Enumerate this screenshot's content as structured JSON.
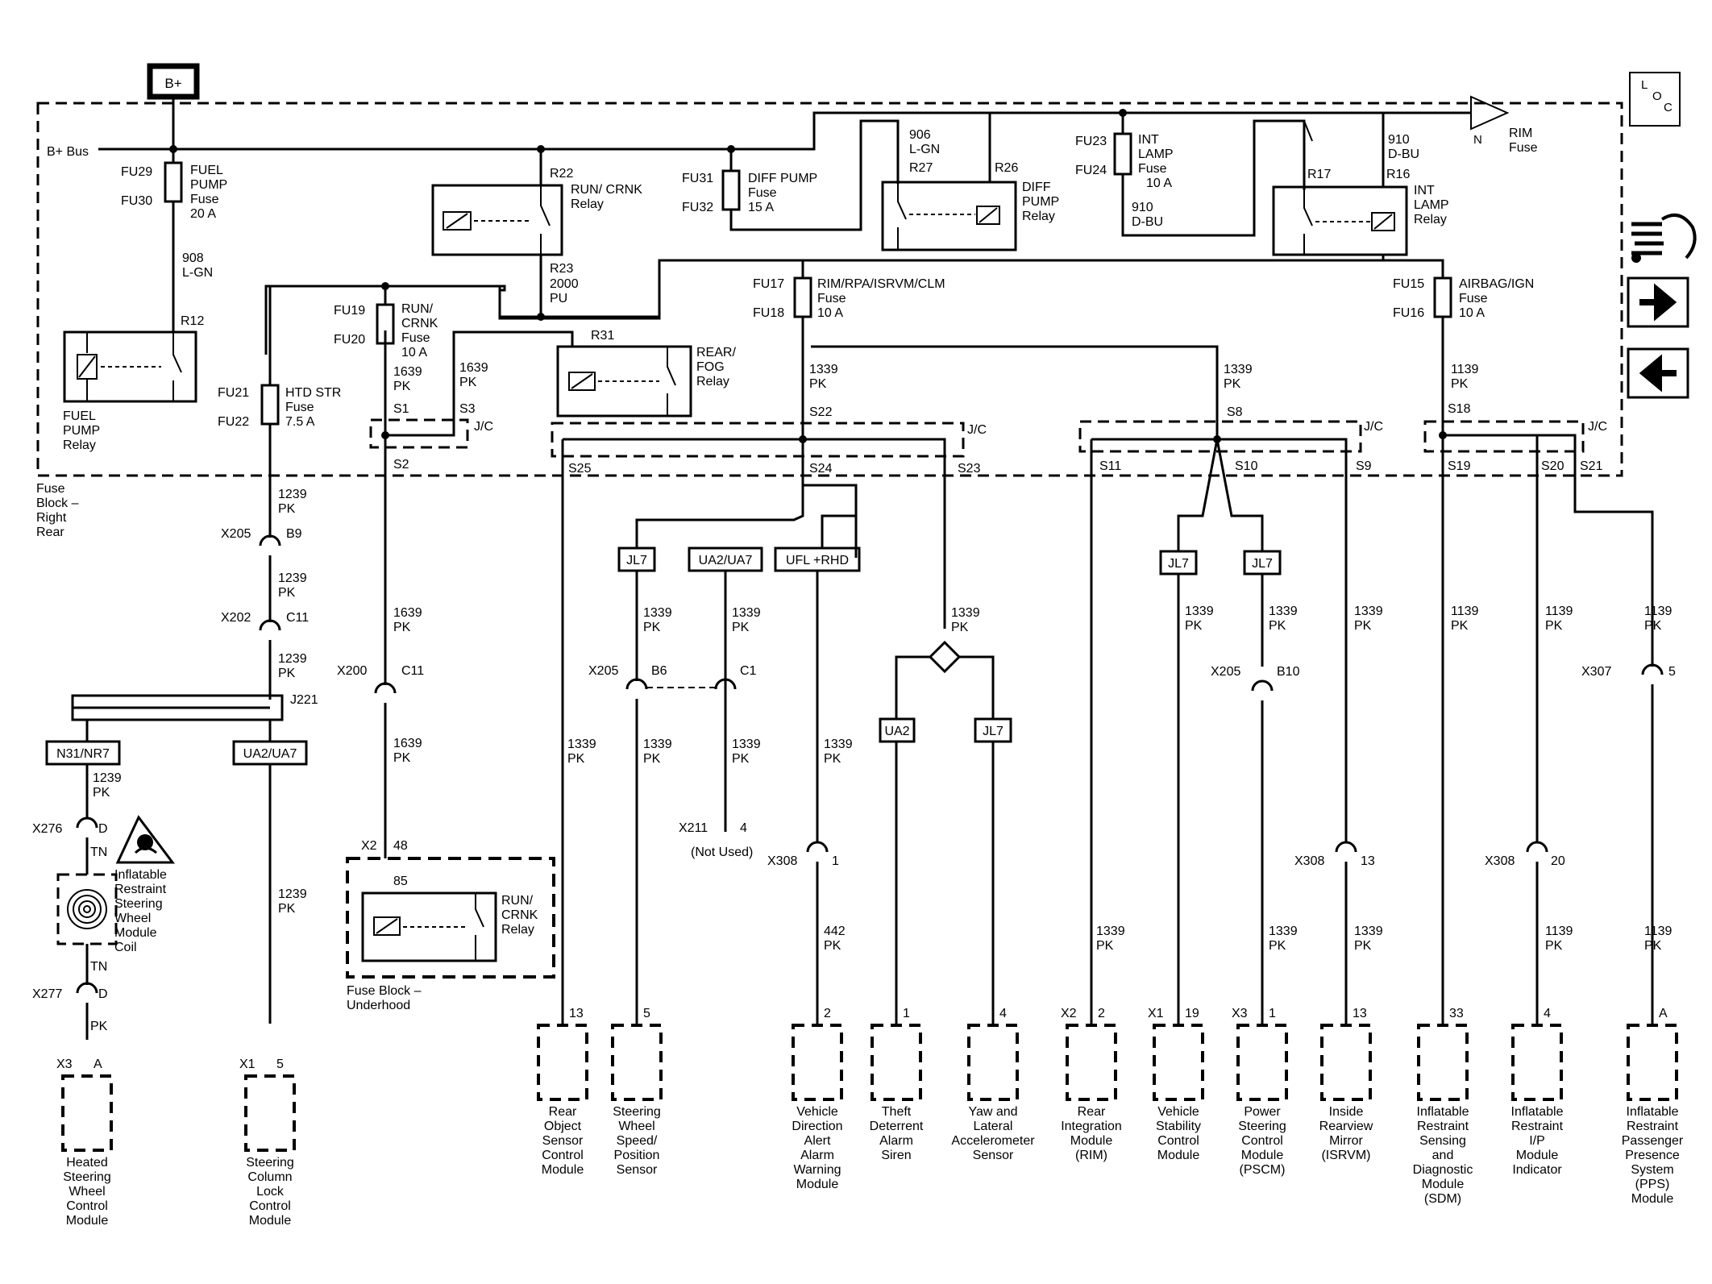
{
  "title_box": "B+",
  "loc_icon": {
    "l": "L",
    "o": "O",
    "c": "C"
  },
  "bus_label": "B+ Bus",
  "rim_fuse_label": {
    "n": "N",
    "line1": "RIM",
    "line2": "Fuse"
  },
  "fuse_block_right_rear": [
    "Fuse",
    "Block –",
    "Right",
    "Rear"
  ],
  "fuse_block_underhood": [
    "Fuse Block –",
    "Underhood"
  ],
  "fuses": {
    "fuel_pump": {
      "ids": [
        "FU29",
        "FU30"
      ],
      "lines": [
        "FUEL",
        "PUMP",
        "Fuse",
        "20 A"
      ]
    },
    "diff_pump": {
      "ids": [
        "FU31",
        "FU32"
      ],
      "lines": [
        "DIFF PUMP",
        "Fuse",
        "15 A"
      ]
    },
    "int_lamp": {
      "ids": [
        "FU23",
        "FU24"
      ],
      "lines": [
        "INT",
        "LAMP",
        "Fuse",
        "10 A"
      ]
    },
    "run_crnk": {
      "ids": [
        "FU19",
        "FU20"
      ],
      "lines": [
        "RUN/",
        "CRNK",
        "Fuse",
        "10 A"
      ]
    },
    "htd_str": {
      "ids": [
        "FU21",
        "FU22"
      ],
      "lines": [
        "HTD STR",
        "Fuse",
        "7.5 A"
      ]
    },
    "rim_rpa": {
      "ids": [
        "FU17",
        "FU18"
      ],
      "lines": [
        "RIM/RPA/ISRVM/CLM",
        "Fuse",
        "10 A"
      ]
    },
    "airbag": {
      "ids": [
        "FU15",
        "FU16"
      ],
      "lines": [
        "AIRBAG/IGN",
        "Fuse",
        "10 A"
      ]
    }
  },
  "relays": {
    "run_crnk_rr": {
      "ids": [
        "R22",
        "R23"
      ],
      "lines": [
        "RUN/ CRNK",
        "Relay"
      ]
    },
    "diff_pump": {
      "ids": [
        "R27",
        "R26"
      ],
      "lines": [
        "DIFF",
        "PUMP",
        "Relay"
      ]
    },
    "int_lamp": {
      "ids": [
        "R17",
        "R16"
      ],
      "lines": [
        "INT",
        "LAMP",
        "Relay"
      ]
    },
    "fuel_pump": {
      "id": "R12",
      "lines": [
        "FUEL",
        "PUMP",
        "Relay"
      ]
    },
    "rear_fog": {
      "id": "R31",
      "lines": [
        "REAR/",
        "FOG",
        "Relay"
      ]
    },
    "run_crnk_uh": {
      "pin": "85",
      "lines": [
        "RUN/",
        "CRNK",
        "Relay"
      ]
    }
  },
  "wire_labels": {
    "w908": [
      "908",
      "L-GN"
    ],
    "w906": [
      "906",
      "L-GN"
    ],
    "w910a": [
      "910",
      "D-BU"
    ],
    "w910b": [
      "910",
      "D-BU"
    ],
    "w2000": [
      "2000",
      "PU"
    ],
    "w1639": [
      "1639",
      "PK"
    ],
    "w1239": [
      "1239",
      "PK"
    ],
    "w1339": [
      "1339",
      "PK"
    ],
    "w1139": [
      "1139",
      "PK"
    ],
    "w442": [
      "442",
      "PK"
    ],
    "pk": "PK",
    "tn": "TN"
  },
  "splices": [
    "S1",
    "S2",
    "S3",
    "S8",
    "S9",
    "S10",
    "S11",
    "S18",
    "S19",
    "S20",
    "S21",
    "S22",
    "S23",
    "S24",
    "S25"
  ],
  "jc_label": "J/C",
  "connectors": {
    "x205_b9": [
      "X205",
      "B9"
    ],
    "x202_c11": [
      "X202",
      "C11"
    ],
    "x200_c11": [
      "X200",
      "C11"
    ],
    "x205_b6": [
      "X205",
      "B6"
    ],
    "c1": "C1",
    "x211": [
      "X211",
      "4"
    ],
    "not_used": "(Not Used)",
    "x308_1": [
      "X308",
      "1"
    ],
    "x205_b10": [
      "X205",
      "B10"
    ],
    "x308_13": [
      "X308",
      "13"
    ],
    "x308_20": [
      "X308",
      "20"
    ],
    "x307_5": [
      "X307",
      "5"
    ],
    "x276": [
      "X276",
      "D"
    ],
    "x277": [
      "X277",
      "D"
    ],
    "x2_48": [
      "X2",
      "48"
    ],
    "j221": "J221"
  },
  "options": [
    "N31/NR7",
    "UA2/UA7",
    "JL7",
    "UA2/UA7",
    "UFL +RHD",
    "UA2",
    "JL7",
    "JL7",
    "JL7"
  ],
  "coil_label": [
    "Inflatable",
    "Restraint",
    "Steering",
    "Wheel",
    "Module",
    "Coil"
  ],
  "modules": [
    {
      "conn": "X3",
      "pin": "A",
      "lines": [
        "Heated",
        "Steering",
        "Wheel",
        "Control",
        "Module"
      ]
    },
    {
      "conn": "X1",
      "pin": "5",
      "lines": [
        "Steering",
        "Column",
        "Lock",
        "Control",
        "Module"
      ]
    },
    {
      "conn": "",
      "pin": "13",
      "lines": [
        "Rear",
        "Object",
        "Sensor",
        "Control",
        "Module"
      ]
    },
    {
      "conn": "",
      "pin": "5",
      "lines": [
        "Steering",
        "Wheel",
        "Speed/",
        "Position",
        "Sensor"
      ]
    },
    {
      "conn": "",
      "pin": "2",
      "lines": [
        "Vehicle",
        "Direction",
        "Alert",
        "Alarm",
        "Warning",
        "Module"
      ]
    },
    {
      "conn": "",
      "pin": "1",
      "lines": [
        "Theft",
        "Deterrent",
        "Alarm",
        "Siren"
      ]
    },
    {
      "conn": "",
      "pin": "4",
      "lines": [
        "Yaw and",
        "Lateral",
        "Accelerometer",
        "Sensor"
      ]
    },
    {
      "conn": "X2",
      "pin": "2",
      "lines": [
        "Rear",
        "Integration",
        "Module",
        "(RIM)"
      ]
    },
    {
      "conn": "X1",
      "pin": "19",
      "lines": [
        "Vehicle",
        "Stability",
        "Control",
        "Module"
      ]
    },
    {
      "conn": "X3",
      "pin": "1",
      "lines": [
        "Power",
        "Steering",
        "Control",
        "Module",
        "(PSCM)"
      ]
    },
    {
      "conn": "",
      "pin": "13",
      "lines": [
        "Inside",
        "Rearview",
        "Mirror",
        "(ISRVM)"
      ]
    },
    {
      "conn": "",
      "pin": "33",
      "lines": [
        "Inflatable",
        "Restraint",
        "Sensing",
        "and",
        "Diagnostic",
        "Module",
        "(SDM)"
      ]
    },
    {
      "conn": "",
      "pin": "4",
      "lines": [
        "Inflatable",
        "Restraint",
        "I/P",
        "Module",
        "Indicator"
      ]
    },
    {
      "conn": "",
      "pin": "A",
      "lines": [
        "Inflatable",
        "Restraint",
        "Passenger",
        "Presence",
        "System",
        "(PPS)",
        "Module"
      ]
    }
  ],
  "nav": {
    "connector_icon": "connector-icon",
    "next": "arrow-right-icon",
    "prev": "arrow-left-icon"
  }
}
